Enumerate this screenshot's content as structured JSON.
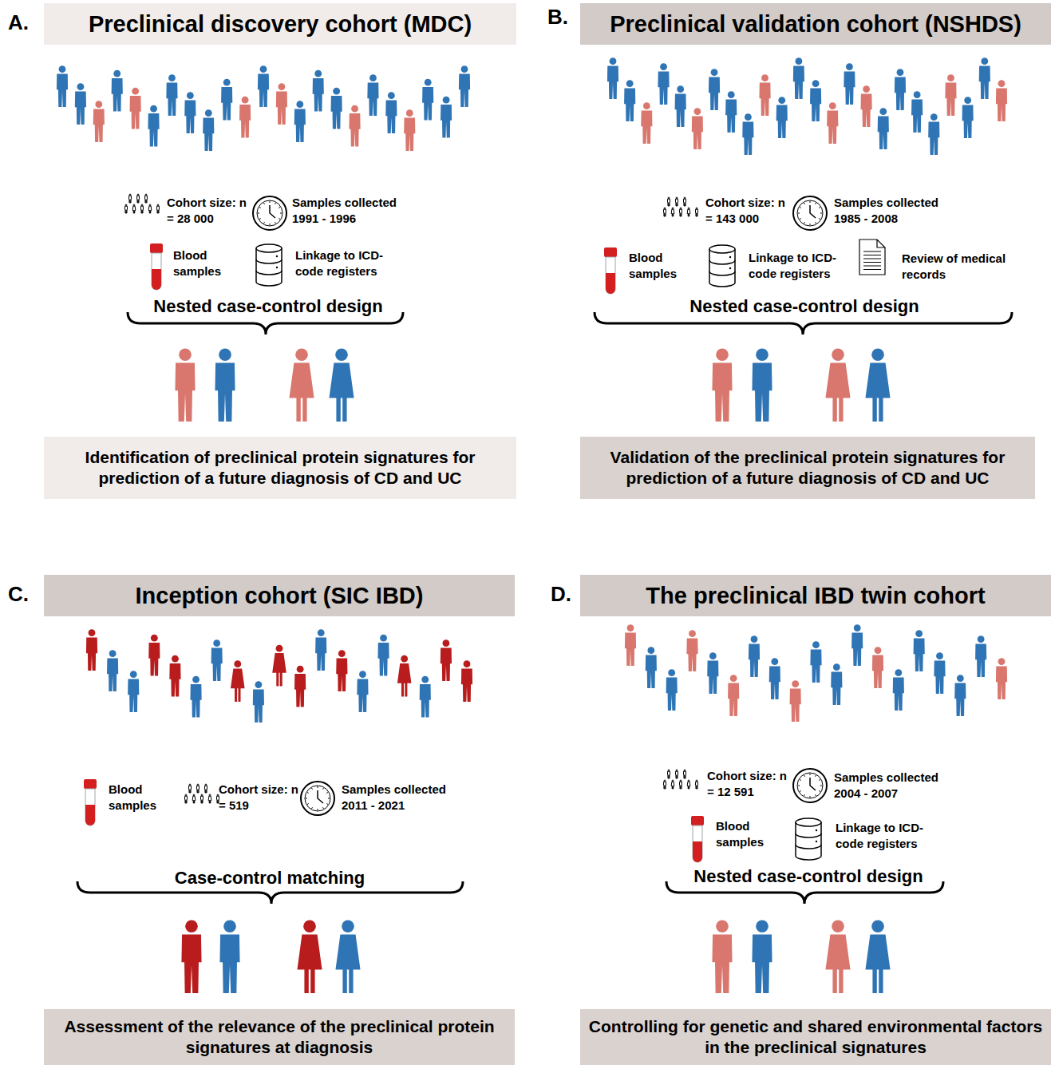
{
  "diagram": {
    "nodes": [
      {
        "text": [
          "Preclinical discovery cohort (MDC)"
        ]
      },
      {
        "text": [
          "Identification of preclinical protein signatures for prediction of a future diagnosis of CD and UC"
        ]
      },
      {
        "text": [
          "Preclinical validation cohort (NSHDS)"
        ]
      },
      {
        "text": [
          "Validation of the preclinical protein signatures for prediction of a future diagnosis of CD and UC"
        ]
      },
      {
        "text": [
          "Inception cohort (SIC IBD)"
        ]
      },
      {
        "text": [
          "Assessment of the relevance of the preclinical protein signatures at diagnosis"
        ]
      },
      {
        "text": [
          "The preclinical IBD twin cohort"
        ]
      },
      {
        "text": [
          "Controlling for genetic and shared environmental factors in the preclinical signatures"
        ]
      }
    ],
    "edges": [],
    "labels": [
      "A.",
      "Cohort size: n = 28 000",
      "Samples collected 1991 - 1996",
      "Blood samples",
      "Linkage to ICD-code registers",
      "Nested case-control design",
      "B.",
      "Cohort size: n = 143 000",
      "Samples collected 1985 - 2008",
      "Blood samples",
      "Linkage to ICD-code registers",
      "Review of medical records",
      "Nested case-control design",
      "C.",
      "Blood samples",
      "Cohort size: n = 519",
      "Samples collected 2011 - 2021",
      "Case-control matching",
      "D.",
      "Cohort size: n = 12 591",
      "Samples collected 2004 - 2007",
      "Blood samples",
      "Linkage to ICD-code registers",
      "Nested case-control design"
    ]
  }
}
